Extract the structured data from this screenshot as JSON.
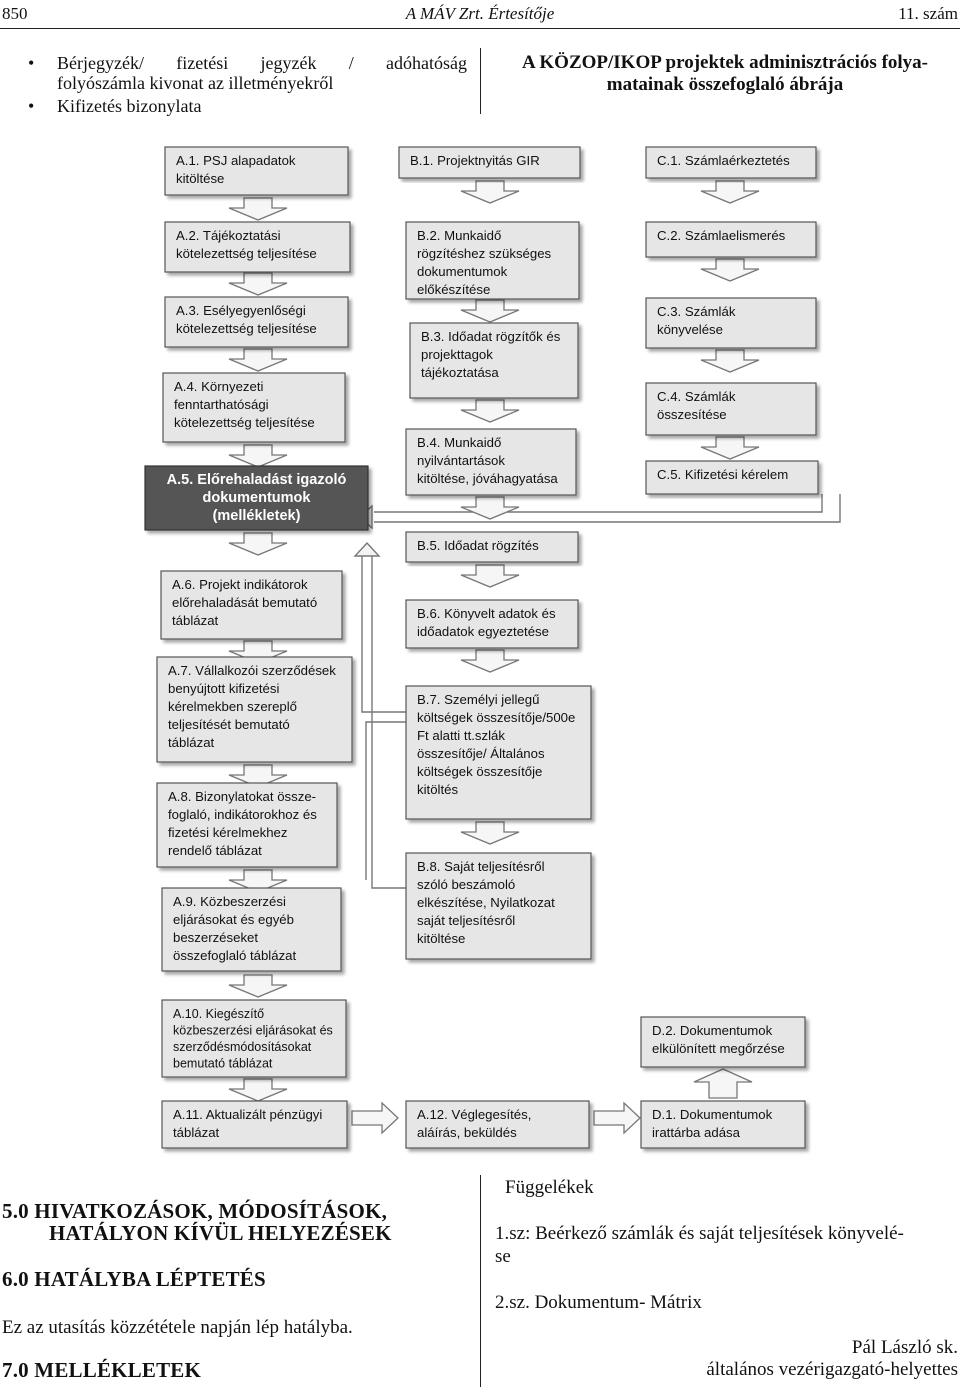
{
  "header": {
    "page": "850",
    "journal": "A MÁV Zrt. Értesítője",
    "issue": "11. szám"
  },
  "bullets": [
    {
      "line1": "Bérjegyzék/ fizetési jegyzék / adóhatóság",
      "line2": "folyószámla kivonat az illetményekről"
    },
    {
      "line1": "Kifizetés bizonylata"
    }
  ],
  "diagram_title": {
    "line1": "A KÖZOP/IKOP projektek adminisztrációs folya-",
    "line2": "matainak összefoglaló ábrája"
  },
  "diagram": {
    "A1": [
      "A.1. PSJ alapadatok",
      "kitöltése"
    ],
    "A2": [
      "A.2. Tájékoztatási",
      "kötelezettség teljesítése"
    ],
    "A3": [
      "A.3. Esélyegyenlőségi",
      "kötelezettség teljesítése"
    ],
    "A4": [
      "A.4. Környezeti",
      "fenntarthatósági",
      "kötelezettség teljesítése"
    ],
    "A5": [
      "A.5. Előrehaladást igazoló",
      "dokumentumok",
      "(mellékletek)"
    ],
    "A6": [
      "A.6. Projekt indikátorok",
      "előrehaladását bemutató",
      "táblázat"
    ],
    "A7": [
      "A.7. Vállalkozói szerződések",
      "benyújtott kifizetési",
      "kérelmekben szereplő",
      "teljesítését bemutató",
      "táblázat"
    ],
    "A8": [
      "A.8. Bizonylatokat össze-",
      "foglaló, indikátorokhoz és",
      "fizetési kérelmekhez",
      "rendelő táblázat"
    ],
    "A9": [
      "A.9. Közbeszerzési",
      "eljárásokat és egyéb",
      "beszerzéseket",
      "összefoglaló táblázat"
    ],
    "A10": [
      "A.10. Kiegészítő",
      "közbeszerzési eljárásokat és",
      "szerződésmódosításokat",
      "bemutató táblázat"
    ],
    "A11": [
      "A.11. Aktualizált pénzügyi",
      "táblázat"
    ],
    "A12": [
      "A.12. Véglegesítés,",
      "aláírás, beküldés"
    ],
    "B1": [
      "B.1. Projektnyitás GIR"
    ],
    "B2": [
      "B.2. Munkaidő",
      "rögzítéshez szükséges",
      "dokumentumok",
      "előkészítése"
    ],
    "B3": [
      "B.3. Időadat rögzítők és",
      "projekttagok",
      "tájékoztatása"
    ],
    "B4": [
      "B.4. Munkaidő",
      "nyilvántartások",
      "kitöltése, jóváhagyatása"
    ],
    "B5": [
      "B.5. Időadat rögzítés"
    ],
    "B6": [
      "B.6. Könyvelt adatok és",
      "időadatok egyeztetése"
    ],
    "B7": [
      "B.7. Személyi jellegű",
      "költségek összesítője/500e",
      "Ft alatti tt.szlák",
      "összesítője/ Általános",
      "költségek összesítője",
      "kitöltés"
    ],
    "B8": [
      "B.8. Saját teljesítésről",
      "szóló beszámoló",
      "elkészítése, Nyilatkozat",
      "saját teljesítésről",
      "kitöltése"
    ],
    "C1": [
      "C.1. Számlaérkeztetés"
    ],
    "C2": [
      "C.2. Számlaelismerés"
    ],
    "C3": [
      "C.3. Számlák",
      "könyvelése"
    ],
    "C4": [
      "C.4. Számlák",
      "összesítése"
    ],
    "C5": [
      "C.5. Kifizetési kérelem"
    ],
    "D2": [
      "D.2. Dokumentumok",
      "elkülönített megőrzése"
    ],
    "D1": [
      "D.1. Dokumentumok",
      "irattárba adása"
    ]
  },
  "sections": {
    "s5_line1": "5.0  HIVATKOZÁSOK, MÓDOSÍTÁSOK,",
    "s5_line2": "HATÁLYON KÍVÜL HELYEZÉSEK",
    "s6": "6.0  HATÁLYBA LÉPTETÉS",
    "s6_text": "Ez az utasítás közzététele napján lép hatályba.",
    "s7": "7.0  MELLÉKLETEK"
  },
  "appendix": {
    "title": "Függelékek",
    "item1_line1": "1.sz: Beérkező számlák és saját teljesítések könyvelé-",
    "item1_line2": "se",
    "item2": "2.sz. Dokumentum- Mátrix"
  },
  "signature": {
    "name": "Pál László sk.",
    "role": "általános vezérigazgató-helyettes"
  }
}
